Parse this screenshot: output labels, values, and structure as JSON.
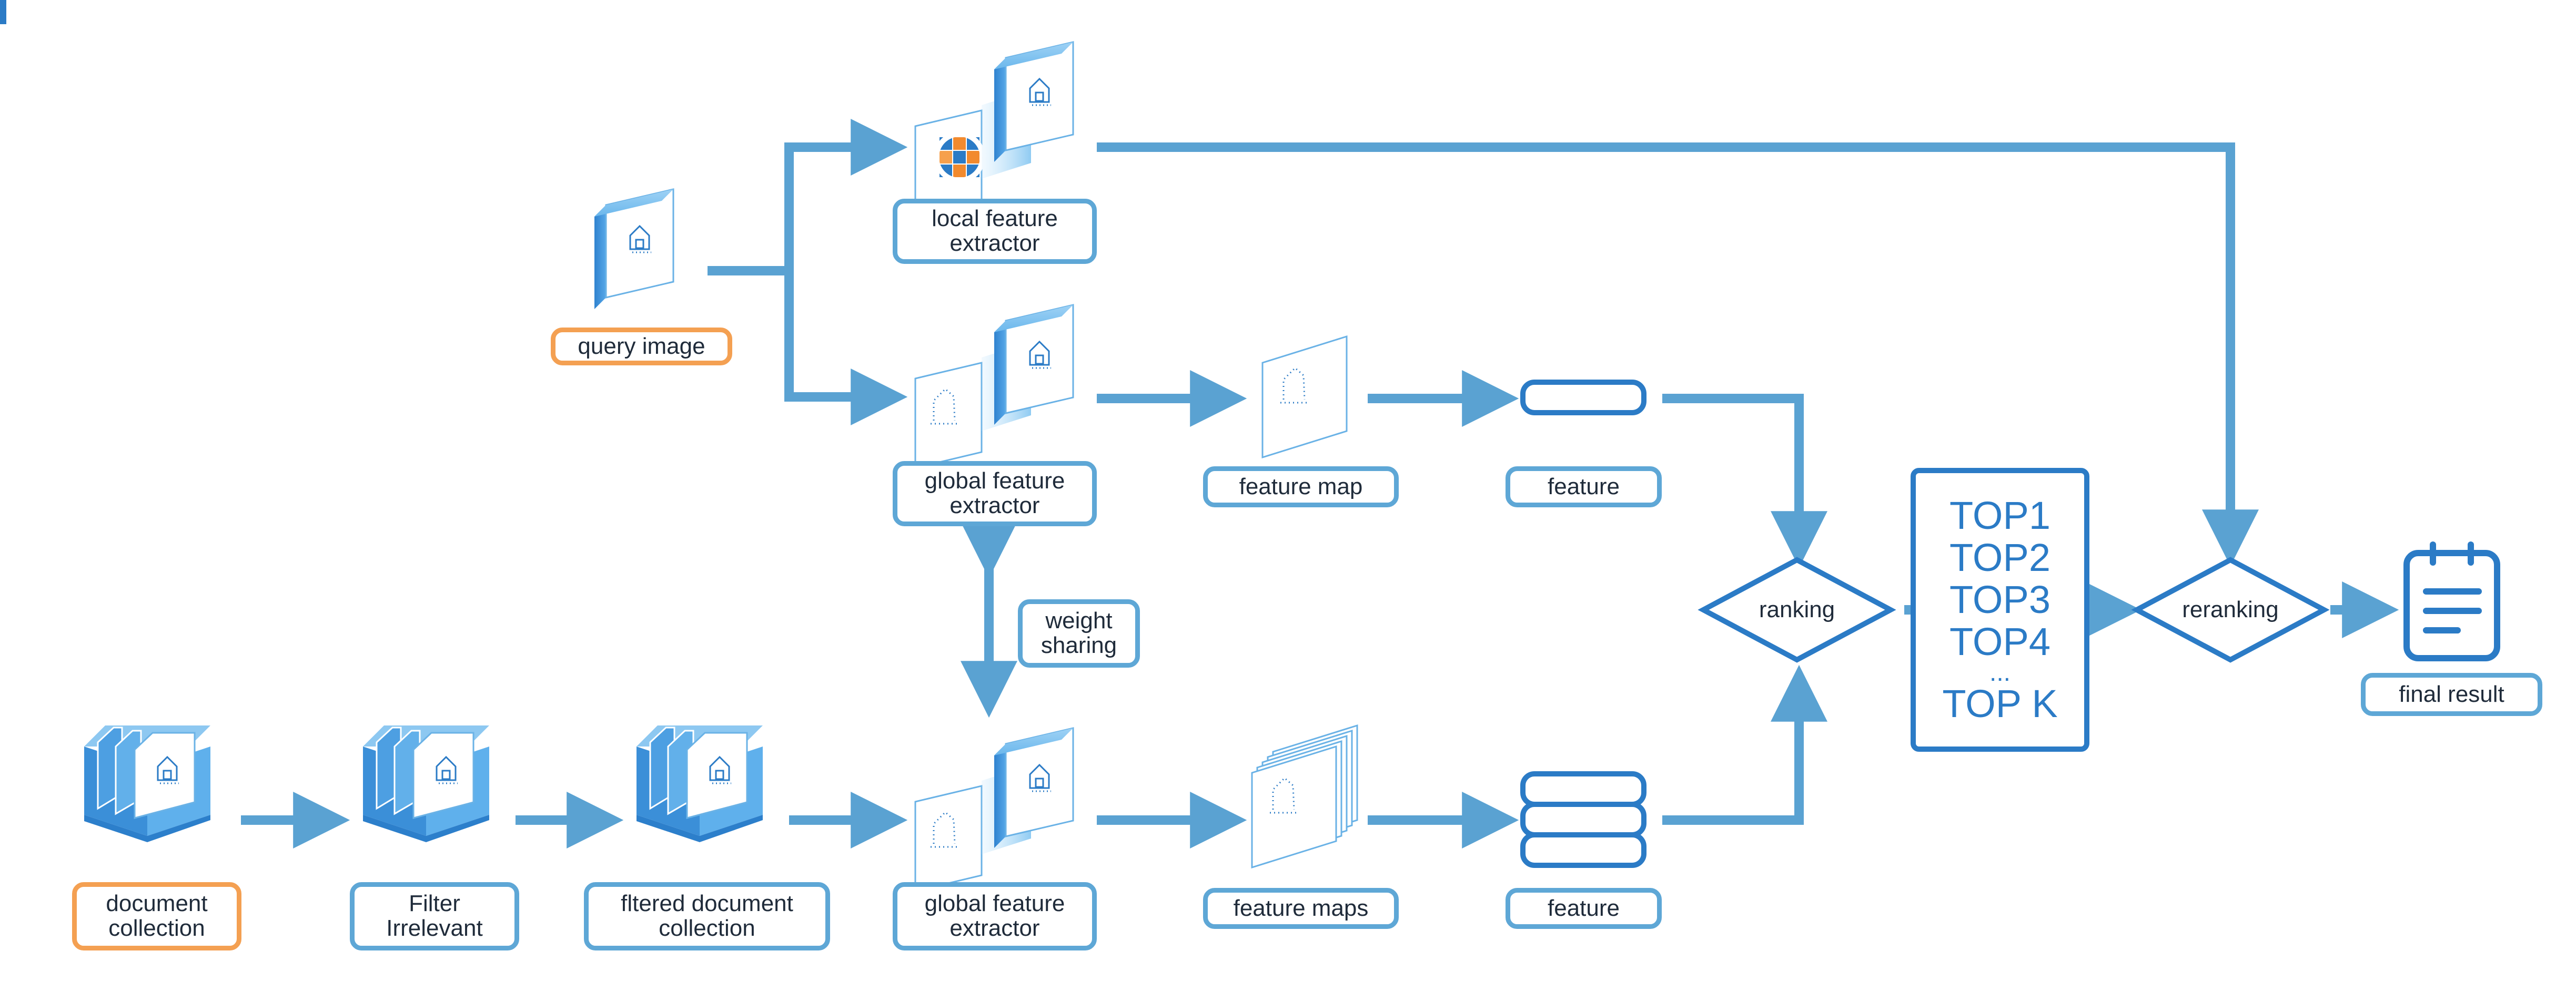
{
  "labels": {
    "query_image": "query image",
    "local_extractor": "local feature\nextractor",
    "global_extractor_top": "global feature\nextractor",
    "global_extractor_bottom": "global feature\nextractor",
    "feature_map": "feature map",
    "feature_maps": "feature maps",
    "feature_top": "feature",
    "feature_bottom": "feature",
    "weight_sharing": "weight\nsharing",
    "document_collection": "document\ncollection",
    "filter_irrelevant": "Filter\nIrrelevant",
    "filtered_collection": "fltered document\ncollection",
    "ranking": "ranking",
    "reranking": "reranking",
    "final_result": "final result"
  },
  "top_list": [
    "TOP1",
    "TOP2",
    "TOP3",
    "TOP4",
    "...",
    "TOP K"
  ],
  "colors": {
    "arrow": "#5aa2d2",
    "box_border": "#5ea7d6",
    "highlight_border": "#f4a052",
    "accent": "#2b7bc6",
    "icon_face": "#ffffff",
    "icon_side": "#3b8fd8",
    "icon_light": "#9fd0f2"
  },
  "icons": [
    "house-image-icon",
    "document-stack-icon",
    "feature-map-icon",
    "mosaic-icon",
    "clipboard-icon",
    "feature-bar-icon"
  ]
}
